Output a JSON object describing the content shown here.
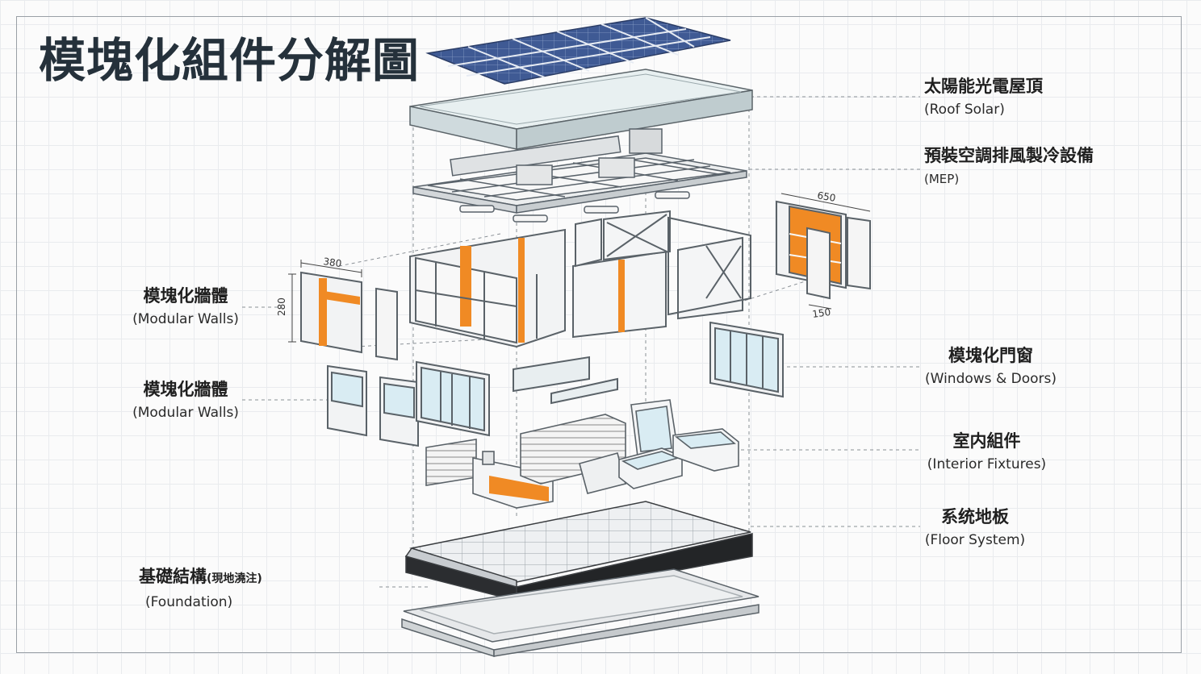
{
  "title": "模塊化組件分解圖",
  "labels": {
    "roof_solar": {
      "zh": "太陽能光電屋頂",
      "en": "(Roof Solar)"
    },
    "mep": {
      "zh": "預裝空調排風製冷設備",
      "en": "(MEP)"
    },
    "modular_walls_1": {
      "zh": "模塊化牆體",
      "en": "(Modular Walls)"
    },
    "modular_walls_2": {
      "zh": "模塊化牆體",
      "en": "(Modular Walls)"
    },
    "windows_doors": {
      "zh": "模塊化門窗",
      "en": "(Windows & Doors)"
    },
    "interior": {
      "zh": "室内組件",
      "en": "(Interior Fixtures)"
    },
    "floor": {
      "zh": "系统地板",
      "en": "(Floor System)"
    },
    "foundation": {
      "zh": "基礎結構",
      "zh_note": "(現地澆注)",
      "en": "(Foundation)"
    }
  },
  "dimensions": {
    "wall_width": "380",
    "wall_height": "280",
    "door_width": "650",
    "door_depth": "150"
  },
  "colors": {
    "accent": "#f08a24",
    "line": "#555d63",
    "panel": "#f1f2f3",
    "solar": "#3f5a94",
    "title": "#25313b"
  }
}
